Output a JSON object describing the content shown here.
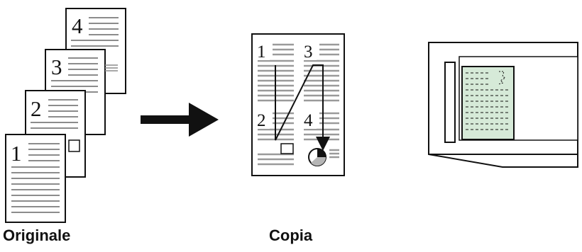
{
  "diagram": {
    "captions": {
      "original": "Originale",
      "copy": "Copia"
    },
    "original_pages": [
      {
        "number": "4"
      },
      {
        "number": "3"
      },
      {
        "number": "2"
      },
      {
        "number": "1"
      }
    ],
    "copy_page": {
      "page_numbers": [
        "1",
        "3",
        "2",
        "4"
      ]
    },
    "colors": {
      "line": "#111111",
      "text_lines": "#9a9a9a",
      "placed_document": "#d6ead8"
    }
  }
}
